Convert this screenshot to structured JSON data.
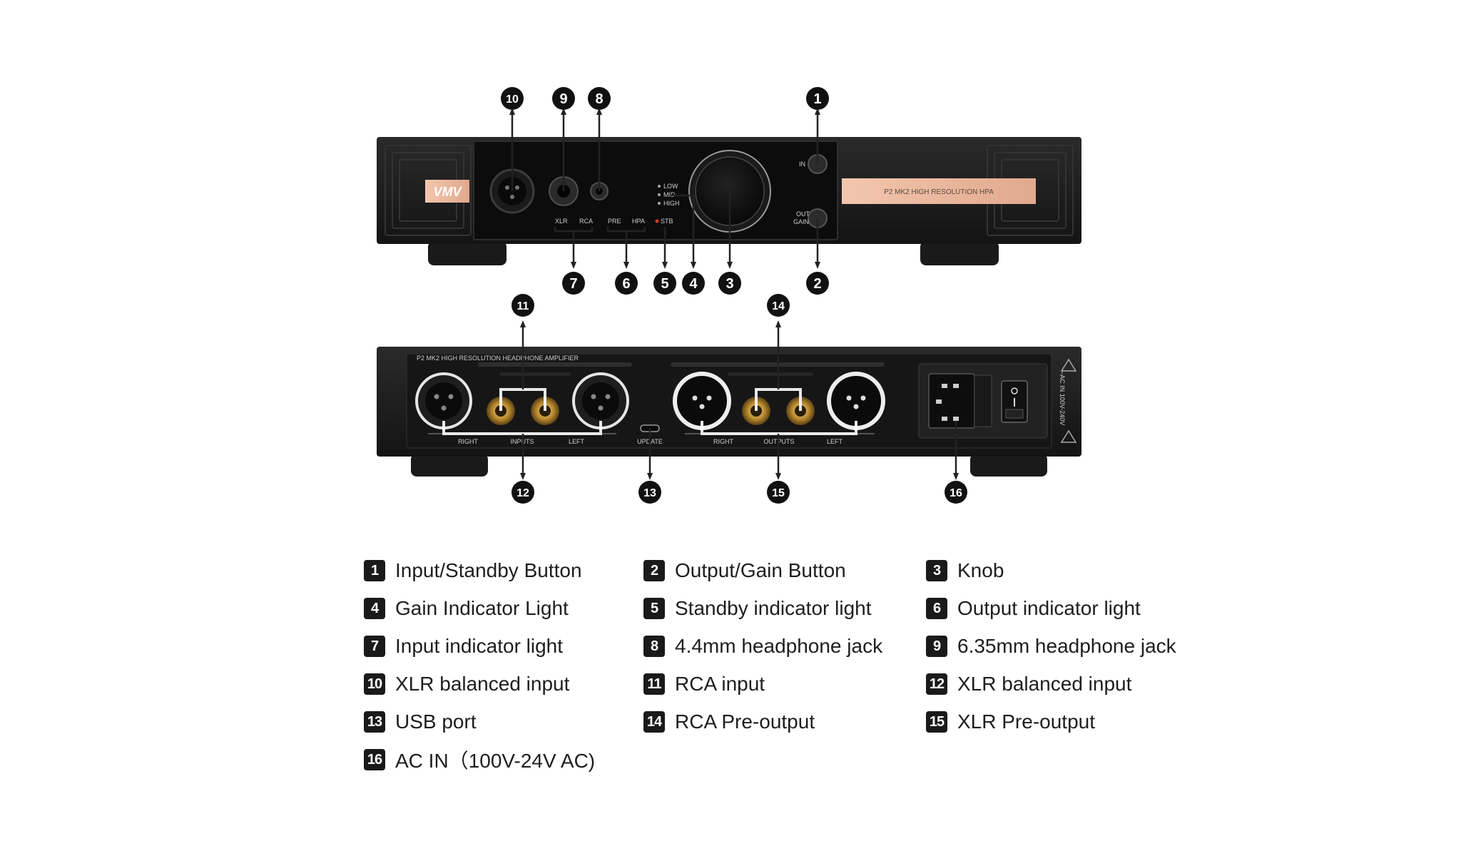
{
  "device": {
    "brand_logo": "VMV",
    "front_nameplate": "P2 MK2 HIGH RESOLUTION HPA",
    "rear_header": "P2 MK2 HIGH RESOLUTION HEADPHONE AMPLIFIER",
    "front_small_labels": {
      "input_button": "IN",
      "output_button": "OUT",
      "gain_button": "GAIN",
      "gain_low": "LOW",
      "gain_mid": "MID",
      "gain_high": "HIGH",
      "input_xlr": "XLR",
      "input_rca": "RCA",
      "output_pre": "PRE",
      "output_hpa": "HPA",
      "standby": "STB"
    },
    "rear_labels": {
      "inputs_right": "RIGHT",
      "inputs": "INPUTS",
      "inputs_left": "LEFT",
      "update": "UPDATE",
      "outputs_right": "RIGHT",
      "outputs": "OUTPUTS",
      "outputs_left": "LEFT",
      "ac_rating": "~AC IN 100V-240V"
    }
  },
  "callouts": [
    "1",
    "2",
    "3",
    "4",
    "5",
    "6",
    "7",
    "8",
    "9",
    "10",
    "11",
    "12",
    "13",
    "14",
    "15",
    "16"
  ],
  "legend": [
    {
      "num": "1",
      "label": "Input/Standby Button"
    },
    {
      "num": "2",
      "label": "Output/Gain Button"
    },
    {
      "num": "3",
      "label": "Knob"
    },
    {
      "num": "4",
      "label": "Gain Indicator Light"
    },
    {
      "num": "5",
      "label": "Standby indicator light"
    },
    {
      "num": "6",
      "label": "Output indicator light"
    },
    {
      "num": "7",
      "label": "Input indicator light"
    },
    {
      "num": "8",
      "label": "4.4mm headphone jack"
    },
    {
      "num": "9",
      "label": "6.35mm headphone jack"
    },
    {
      "num": "10",
      "label": "XLR balanced input"
    },
    {
      "num": "11",
      "label": "RCA input"
    },
    {
      "num": "12",
      "label": "XLR balanced input"
    },
    {
      "num": "13",
      "label": "USB port"
    },
    {
      "num": "14",
      "label": "RCA Pre-output"
    },
    {
      "num": "15",
      "label": "XLR Pre-output"
    },
    {
      "num": "16",
      "label": "AC IN（100V-24V AC)"
    }
  ],
  "colors": {
    "chassis": "#1c1c1c",
    "faceplate": "#0e0e0e",
    "accent_copper": "#e8b49a",
    "badge": "#111111",
    "text": "#1e1e1e"
  }
}
